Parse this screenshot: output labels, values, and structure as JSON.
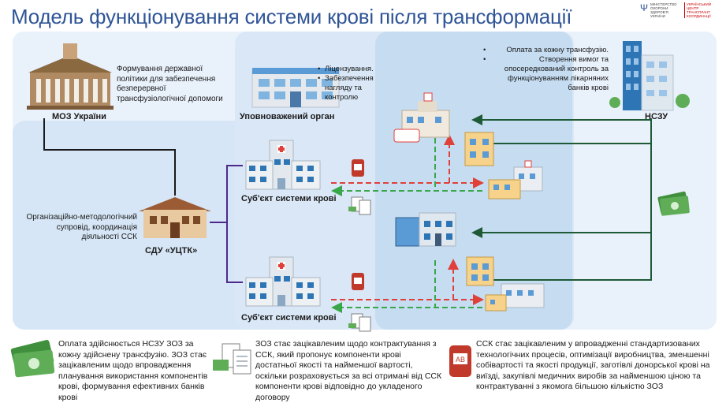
{
  "title": "Модель функціонування системи крові після трансформації",
  "logo": {
    "left_text": "Міністерство охорони здоров'я України",
    "right_text": "Український центр трансплант координації"
  },
  "nodes": {
    "moz": {
      "label": "МОЗ України",
      "desc": "Формування державної політики для забезпечення безперервної трансфузіологічної допомоги"
    },
    "authorized": {
      "label": "Уповноважений орган",
      "bullets": [
        "Ліцензування.",
        "Забезпечення нагляду та контролю"
      ]
    },
    "nszu": {
      "label": "НСЗУ",
      "bullets": [
        "Оплата за кожну трансфузію.",
        "Створення вимог та опосередкований контроль за функціонуванням лікарняних банків крові"
      ]
    },
    "sdu": {
      "label": "СДУ «УЦТК»",
      "desc": "Організаційно-методологічний супровід, координація діяльності ССК"
    },
    "ssk1": {
      "label": "Суб'єкт системи крові"
    },
    "ssk2": {
      "label": "Суб'єкт системи крові"
    },
    "blood_bag": {
      "text": "AB"
    }
  },
  "bottom": {
    "col1": "Оплата здійснюється НСЗУ ЗОЗ за кожну здійснену трансфузію. ЗОЗ стає зацікавленим щодо впровадження планування використання компонентів крові, формування ефективних банків крові",
    "col2": "ЗОЗ стає зацікавленим щодо контрактування з ССК, який пропонує компоненти крові достатньої якості та найменшої вартості, оскільки розраховується за всі отримані від ССК компоненти крові відповідно до укладеного договору",
    "col3": "ССК стає зацікавленим у впровадженні стандартизованих технологічних процесів, оптимізації виробництва, зменшенні собівартості та якості продукції, заготівлі донорської крові на виїзді, закупівлі медичних виробів за найменшою ціною та контрактуванні з якомога більшою кількістю ЗОЗ"
  },
  "colors": {
    "title": "#2f5597",
    "connector": "#4b2a8c",
    "arrow_red": "#e0403a",
    "arrow_green": "#3aa64a",
    "arrow_dark": "#1e5a36",
    "zone_light": "#e9f1fb",
    "zone_mid": "#d9e7f6",
    "zone_dark": "#c5dcf1"
  },
  "icons": [
    "ministry-building-icon",
    "government-office-icon",
    "nszu-tower-icon",
    "sdu-building-icon",
    "hospital-icon",
    "blood-bag-icon",
    "money-stack-icon",
    "contract-document-icon"
  ]
}
